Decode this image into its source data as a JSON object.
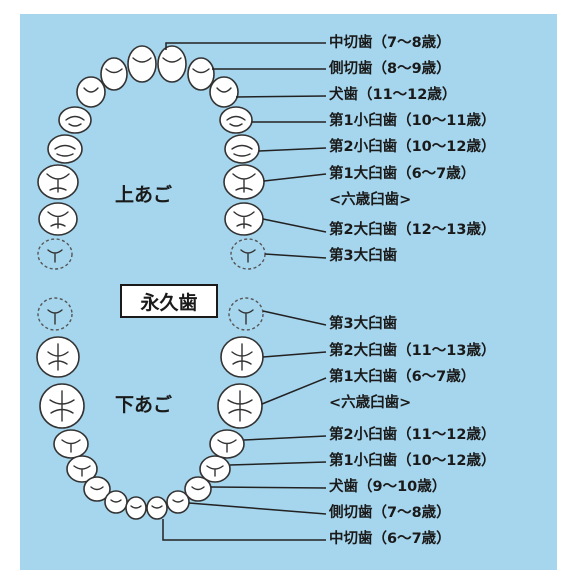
{
  "diagram": {
    "permanent_label": "永久歯",
    "upper_jaw_label": "上あご",
    "lower_jaw_label": "下あご",
    "upper_teeth": [
      {
        "label": "中切歯（7〜8歳）"
      },
      {
        "label": "側切歯（8〜9歳）"
      },
      {
        "label": "犬歯（11〜12歳）"
      },
      {
        "label": "第1小臼歯（10〜11歳）"
      },
      {
        "label": "第2小臼歯（10〜12歳）"
      },
      {
        "label": "第1大臼歯（6〜7歳）"
      },
      {
        "label": "<六歳臼歯>"
      },
      {
        "label": "第2大臼歯（12〜13歳）"
      },
      {
        "label": "第3大臼歯"
      }
    ],
    "lower_teeth": [
      {
        "label": "第3大臼歯"
      },
      {
        "label": "第2大臼歯（11〜13歳）"
      },
      {
        "label": "第1大臼歯（6〜7歳）"
      },
      {
        "label": "<六歳臼歯>"
      },
      {
        "label": "第2小臼歯（11〜12歳）"
      },
      {
        "label": "第1小臼歯（10〜12歳）"
      },
      {
        "label": "犬歯（9〜10歳）"
      },
      {
        "label": "側切歯（7〜8歳）"
      },
      {
        "label": "中切歯（6〜7歳）"
      }
    ],
    "colors": {
      "background": "#a6d6ee",
      "tooth": "#ffffff",
      "outline": "#333333"
    }
  }
}
